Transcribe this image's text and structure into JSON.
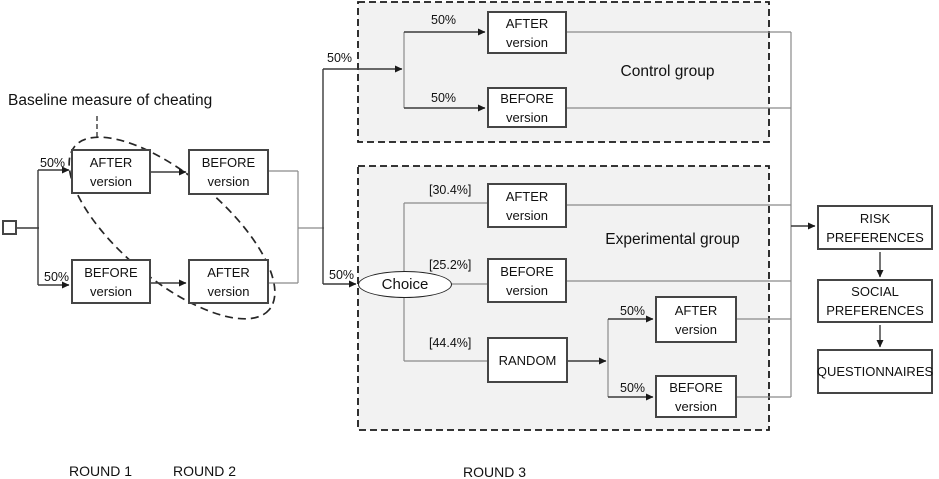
{
  "colors": {
    "group_fill": "#f2f2f2",
    "group_border": "#1a1a1a",
    "box_border": "#454545",
    "line": "#3a3a3a",
    "line_gray": "#8a8a8a",
    "arrow": "#1a1a1a",
    "text": "#111111"
  },
  "annotation": {
    "baseline": "Baseline measure of cheating"
  },
  "round1": {
    "top_prob": "50%",
    "bottom_prob": "50%",
    "top_box": {
      "l1": "AFTER",
      "l2": "version"
    },
    "bottom_box": {
      "l1": "BEFORE",
      "l2": "version"
    }
  },
  "round2": {
    "top_box": {
      "l1": "BEFORE",
      "l2": "version"
    },
    "bottom_box": {
      "l1": "AFTER",
      "l2": "version"
    }
  },
  "control": {
    "title": "Control group",
    "branch_prob": "50%",
    "top_prob": "50%",
    "bottom_prob": "50%",
    "top_box": {
      "l1": "AFTER",
      "l2": "version"
    },
    "bottom_box": {
      "l1": "BEFORE",
      "l2": "version"
    }
  },
  "experimental": {
    "title": "Experimental group",
    "branch_prob": "50%",
    "choice_label": "Choice",
    "after_prob": "[30.4%]",
    "before_prob": "[25.2%]",
    "random_prob": "[44.4%]",
    "after_box": {
      "l1": "AFTER",
      "l2": "version"
    },
    "before_box": {
      "l1": "BEFORE",
      "l2": "version"
    },
    "random_box": {
      "l1": "RANDOM"
    },
    "random_top_prob": "50%",
    "random_bottom_prob": "50%",
    "random_after_box": {
      "l1": "AFTER",
      "l2": "version"
    },
    "random_before_box": {
      "l1": "BEFORE",
      "l2": "version"
    }
  },
  "outcomes": {
    "risk": {
      "l1": "RISK",
      "l2": "PREFERENCES"
    },
    "social": {
      "l1": "SOCIAL",
      "l2": "PREFERENCES"
    },
    "questionnaires": {
      "l1": "QUESTIONNAIRES"
    }
  },
  "footer": {
    "round1": "ROUND 1",
    "round2": "ROUND 2",
    "round3": "ROUND 3"
  }
}
